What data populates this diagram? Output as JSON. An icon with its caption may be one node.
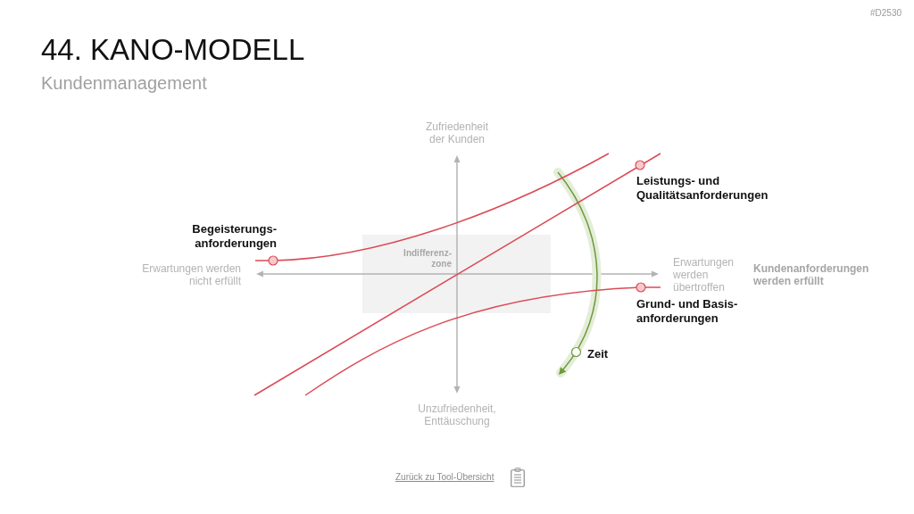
{
  "diagram": {
    "title": "44. KANO-MODELL",
    "nodes": [
      {
        "text": [
          "Indifferenz- zone"
        ]
      }
    ],
    "labels": [
      "#D2530",
      "Kundenmanagement",
      "Zufriedenheit der Kunden",
      "Leistungs- und Qualitätsanforderungen",
      "Begeisterungs- anforderungen",
      "Erwartungen werden nicht erfüllt",
      "Erwartungen werden übertroffen",
      "Kundenanforderungen werden erfüllt",
      "Grund- und Basis- anforderungen",
      "Zeit",
      "Unzufriedenheit, Enttäuschung",
      "Zurück zu Tool-Übersicht"
    ]
  }
}
